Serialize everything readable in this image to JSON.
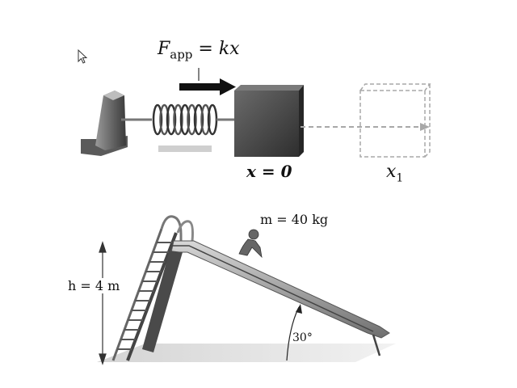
{
  "spring_figure": {
    "force_symbol": "F",
    "force_subscript": "app",
    "force_rhs": "= kx",
    "start_position_label": "x = 0",
    "end_symbol": "x",
    "end_subscript": "1"
  },
  "slide_figure": {
    "height_label": "h = 4 m",
    "mass_label": "m = 40 kg",
    "angle_label": "30°"
  },
  "colors": {
    "arrow": "#111111",
    "dashed_box": "#a8a8a8",
    "block": "#4a4a4a",
    "slide": "#8a8a8a"
  }
}
